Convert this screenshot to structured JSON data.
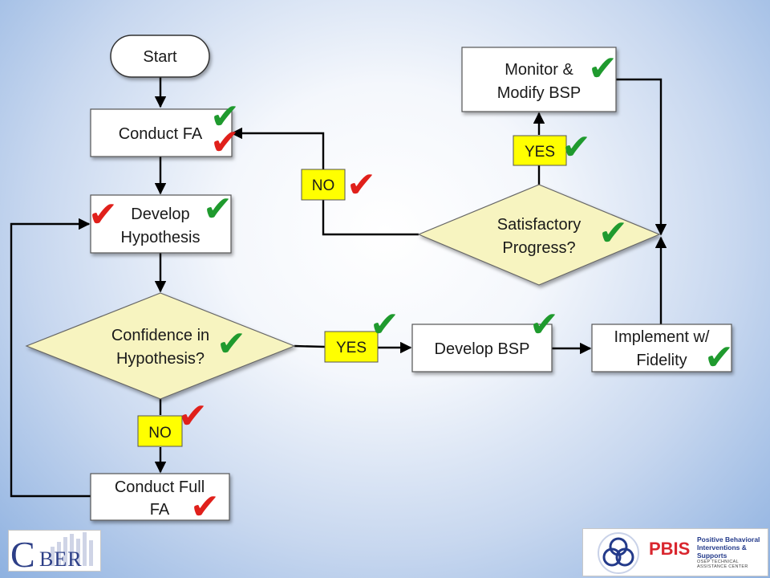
{
  "nodes": {
    "start": "Start",
    "conduct_fa": "Conduct FA",
    "develop_hypothesis_line1": "Develop",
    "develop_hypothesis_line2": "Hypothesis",
    "confidence_line1": "Confidence in",
    "confidence_line2": "Hypothesis?",
    "conduct_full_fa_line1": "Conduct Full",
    "conduct_full_fa_line2": "FA",
    "develop_bsp": "Develop BSP",
    "implement_line1": "Implement w/",
    "implement_line2": "Fidelity",
    "satisfactory_line1": "Satisfactory",
    "satisfactory_line2": "Progress?",
    "monitor_line1": "Monitor &",
    "monitor_line2": "Modify BSP"
  },
  "labels": {
    "yes_confidence": "YES",
    "no_confidence": "NO",
    "yes_progress": "YES",
    "no_progress": "NO"
  },
  "checkmark_glyph": "✔",
  "colors": {
    "check_green": "#1f9a2e",
    "check_red": "#e0201b",
    "decision_fill": "#f7f4c0",
    "label_fill": "#ffff00"
  },
  "logos": {
    "cber": {
      "initial": "C",
      "rest": "BER"
    },
    "pbis": {
      "name": "PBIS",
      "subtitle_line1": "Positive Behavioral",
      "subtitle_line2": "Interventions & Supports",
      "tagline": "OSEP TECHNICAL ASSISTANCE CENTER"
    }
  }
}
